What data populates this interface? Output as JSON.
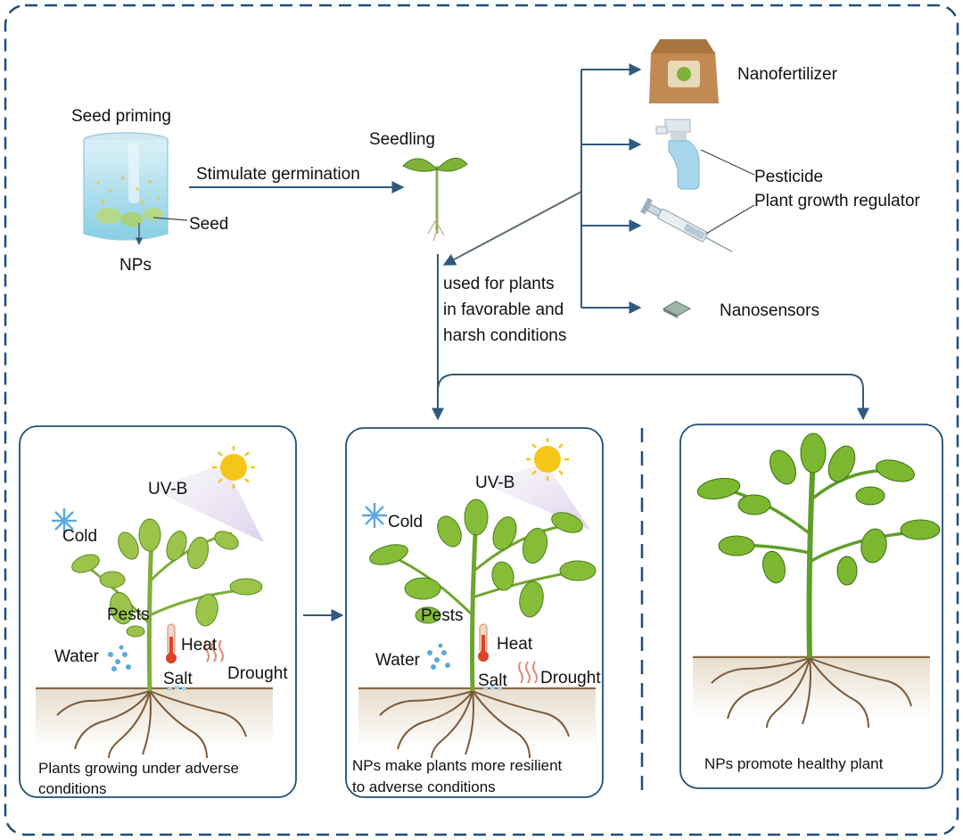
{
  "seed_priming": {
    "title": "Seed priming",
    "seed_label": "Seed",
    "nps_label": "NPs",
    "arrow_label": "Stimulate germination"
  },
  "seedling": {
    "label": "Seedling",
    "usage_line1": "used for plants",
    "usage_line2": "in favorable and",
    "usage_line3": "harsh conditions"
  },
  "applications": {
    "nanofertilizer": "Nanofertilizer",
    "pesticide": "Pesticide",
    "plant_growth_regulator": "Plant growth regulator",
    "nanosensors": "Nanosensors"
  },
  "panel_adverse": {
    "uvb": "UV-B",
    "cold": "Cold",
    "pests": "Pests",
    "heat": "Heat",
    "water": "Water",
    "salt": "Salt",
    "drought": "Drought",
    "caption_line1": "Plants growing under adverse",
    "caption_line2": "conditions"
  },
  "panel_resilient": {
    "uvb": "UV-B",
    "cold": "Cold",
    "pests": "Pests",
    "heat": "Heat",
    "water": "Water",
    "salt": "Salt",
    "drought": "Drought",
    "caption_line1": "NPs make plants more resilient",
    "caption_line2": "to adverse conditions"
  },
  "panel_healthy": {
    "caption": "NPs promote healthy plant"
  },
  "colors": {
    "frame": "#1f4e79",
    "arrow": "#2f5a7e",
    "leaf": "#7fb236",
    "leaf_dark": "#4d7d1e",
    "soil": "#e9e2d6",
    "root": "#7a5a3c",
    "sun": "#f5c518"
  }
}
